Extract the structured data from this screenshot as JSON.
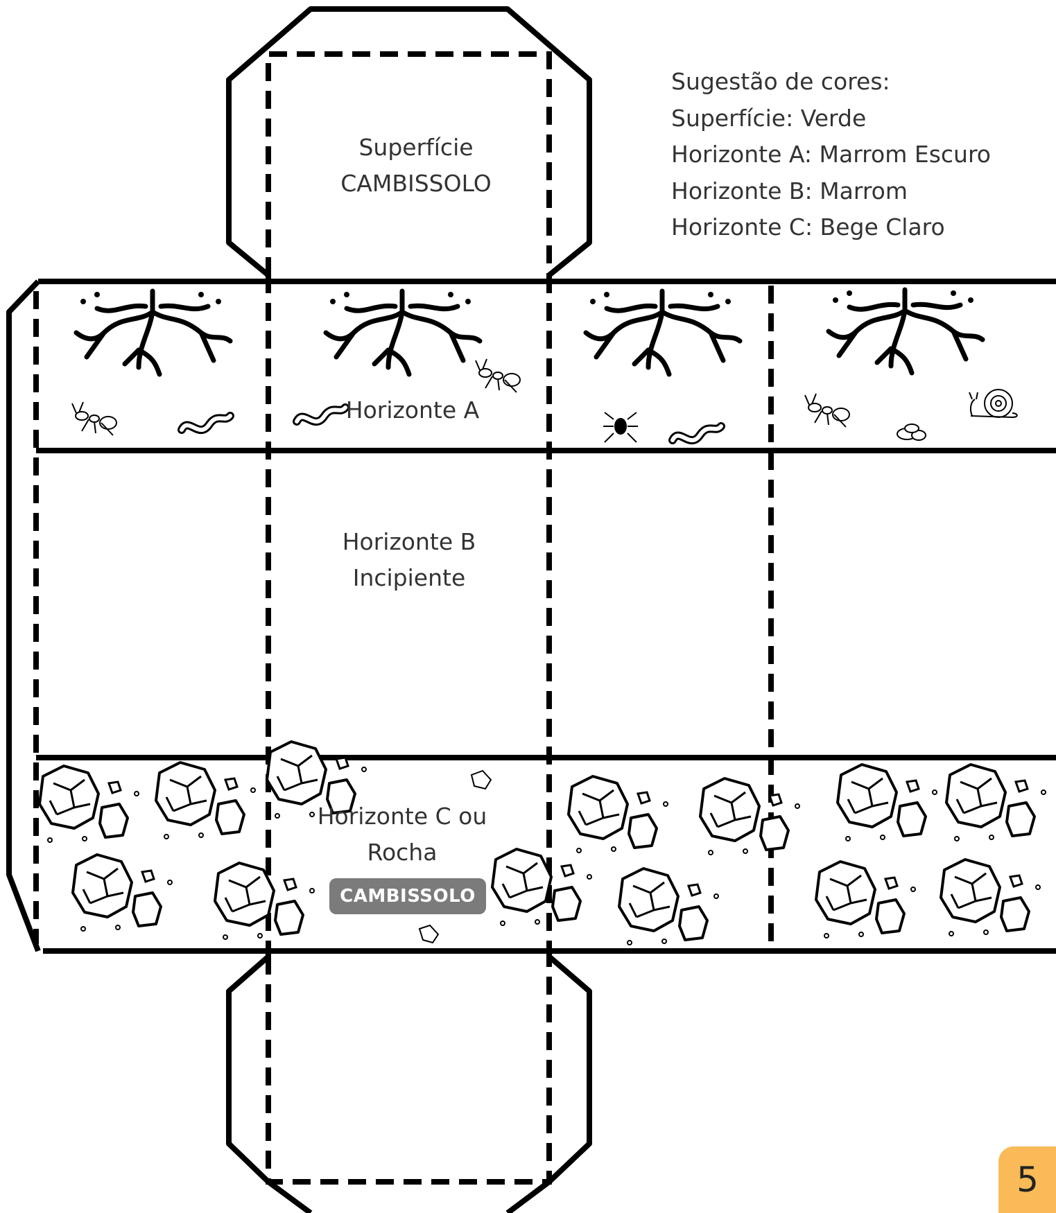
{
  "faces": {
    "top_title": "Superfície",
    "top_name": "CAMBISSOLO",
    "horizon_a": "Horizonte A",
    "horizon_b_title": "Horizonte B",
    "horizon_b_sub": "Incipiente",
    "horizon_c_line1": "Horizonte C ou",
    "horizon_c_line2": "Rocha",
    "badge": "CAMBISSOLO"
  },
  "legend": {
    "title": "Sugestão de cores:",
    "items": [
      "Superfície: Verde",
      "Horizonte A: Marrom Escuro",
      "Horizonte B: Marrom",
      "Horizonte C: Bege Claro"
    ]
  },
  "page_number": "5",
  "colors": {
    "line": "#000000",
    "badge": "#7b7b7b",
    "page_tab": "#f9ba57"
  }
}
